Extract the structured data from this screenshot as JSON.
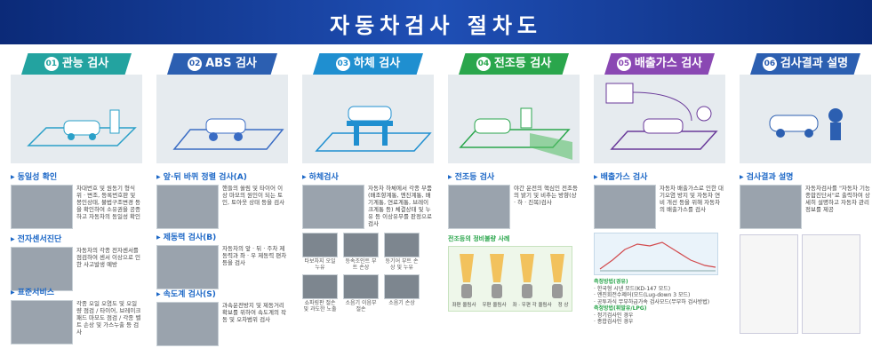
{
  "header": {
    "title": "자동차검사 절차도"
  },
  "columns": [
    {
      "tab": "관능 검사",
      "num": "01",
      "color": "#23a3a0",
      "sections": [
        {
          "title": "동일성 확인",
          "text": "차대번호 및 원동기 형식 위 · 변조, 등록번호판 및 봉인상태, 불법구조변경 등을 확인하여 소유권을 공증하고 자동차의 동일성 확인"
        },
        {
          "title": "전자센서진단",
          "text": "자동차의 각종 전자센서를 점검하여 센서 이상으로 인한 사고발생 예방"
        },
        {
          "title": "표준서비스",
          "text": "각종 오일 오염도 및 오일량 점검 / 타이어, 브레이크 패드 마모도 점검 / 각종 벨트 손상 및 가스누출 등 검사"
        }
      ]
    },
    {
      "tab": "ABS 검사",
      "num": "02",
      "color": "#2c5fb1",
      "sections": [
        {
          "title": "앞·뒤 바퀴 정렬 검사(A)",
          "text": "핸들의 쏠림 및 타이어 이상 마모의 원인이 되는 토인, 토아웃 상태 등을 검사"
        },
        {
          "title": "제동력 검사(B)",
          "text": "자동차의 앞 · 뒤 · 주차 제동력과 좌 · 우 제동력 편차 등을 검사"
        },
        {
          "title": "속도계 검사(S)",
          "text": "과속운전방지 및 제동거리 확보를 위하여 속도계의 작동 및 오차범위 검사"
        }
      ]
    },
    {
      "tab": "하체 검사",
      "num": "03",
      "color": "#1f8fd0",
      "sections": [
        {
          "title": "하체검사",
          "text": "자동차 하체에서 각종 부품(배조향계통, 엔진계통, 배기계통, 연료계통, 브레이크계통 등) 체결상태 및 누유 등 이상유무를 판정으로 검사"
        }
      ],
      "grid": [
        "타보차지 오일 누유",
        "등속조인트 부트 손상",
        "등기어 부트 손상 및 누유",
        "쇼파링판 절손 및 과도한 노출",
        "소음기 이음부 절손",
        "소음기 손상"
      ]
    },
    {
      "tab": "전조등 검사",
      "num": "04",
      "color": "#2aa64c",
      "sections": [
        {
          "title": "전조등 검사",
          "text": "야간 운전의 핵심인 전조등의 밝기 및 비추는 방향(상 · 하 · 진목)검사"
        }
      ],
      "subtitle": "전조등의 정비불량 사례",
      "beam_labels": [
        "좌편 올림사",
        "우편 올림사",
        "좌 · 우편 각 올림사",
        "정 상"
      ]
    },
    {
      "tab": "배출가스 검사",
      "num": "05",
      "color": "#8a48b3",
      "sections": [
        {
          "title": "배출가스 검사",
          "text": "자동차 배출가스로 인한 대기오염 방지 및 자동차 연비 개선 등을 위해 자동차의 배출가스를 검사"
        }
      ],
      "notes": [
        "측정방법(경유)",
        "· 한국형 시낸 모드(KD-147 모드)",
        "· 엔진회전수제어(모드(Lug-down 3 모드)",
        "· 공투과식 무부하급가속 검사모드(무부하 검사방법)",
        "측정방법(휘발유/LPG)",
        "· 정기검사인 경우",
        "· 종합검사인 경우"
      ]
    },
    {
      "tab": "검사결과 설명",
      "num": "06",
      "color": "#2c5fb1",
      "sections": [
        {
          "title": "검사결과 설명",
          "text": "자동차검사를 \"자동차 기능 종합진단서\"로 출력하여 상세히 설명하고 자동차 관리 정보를 제공"
        }
      ]
    }
  ]
}
